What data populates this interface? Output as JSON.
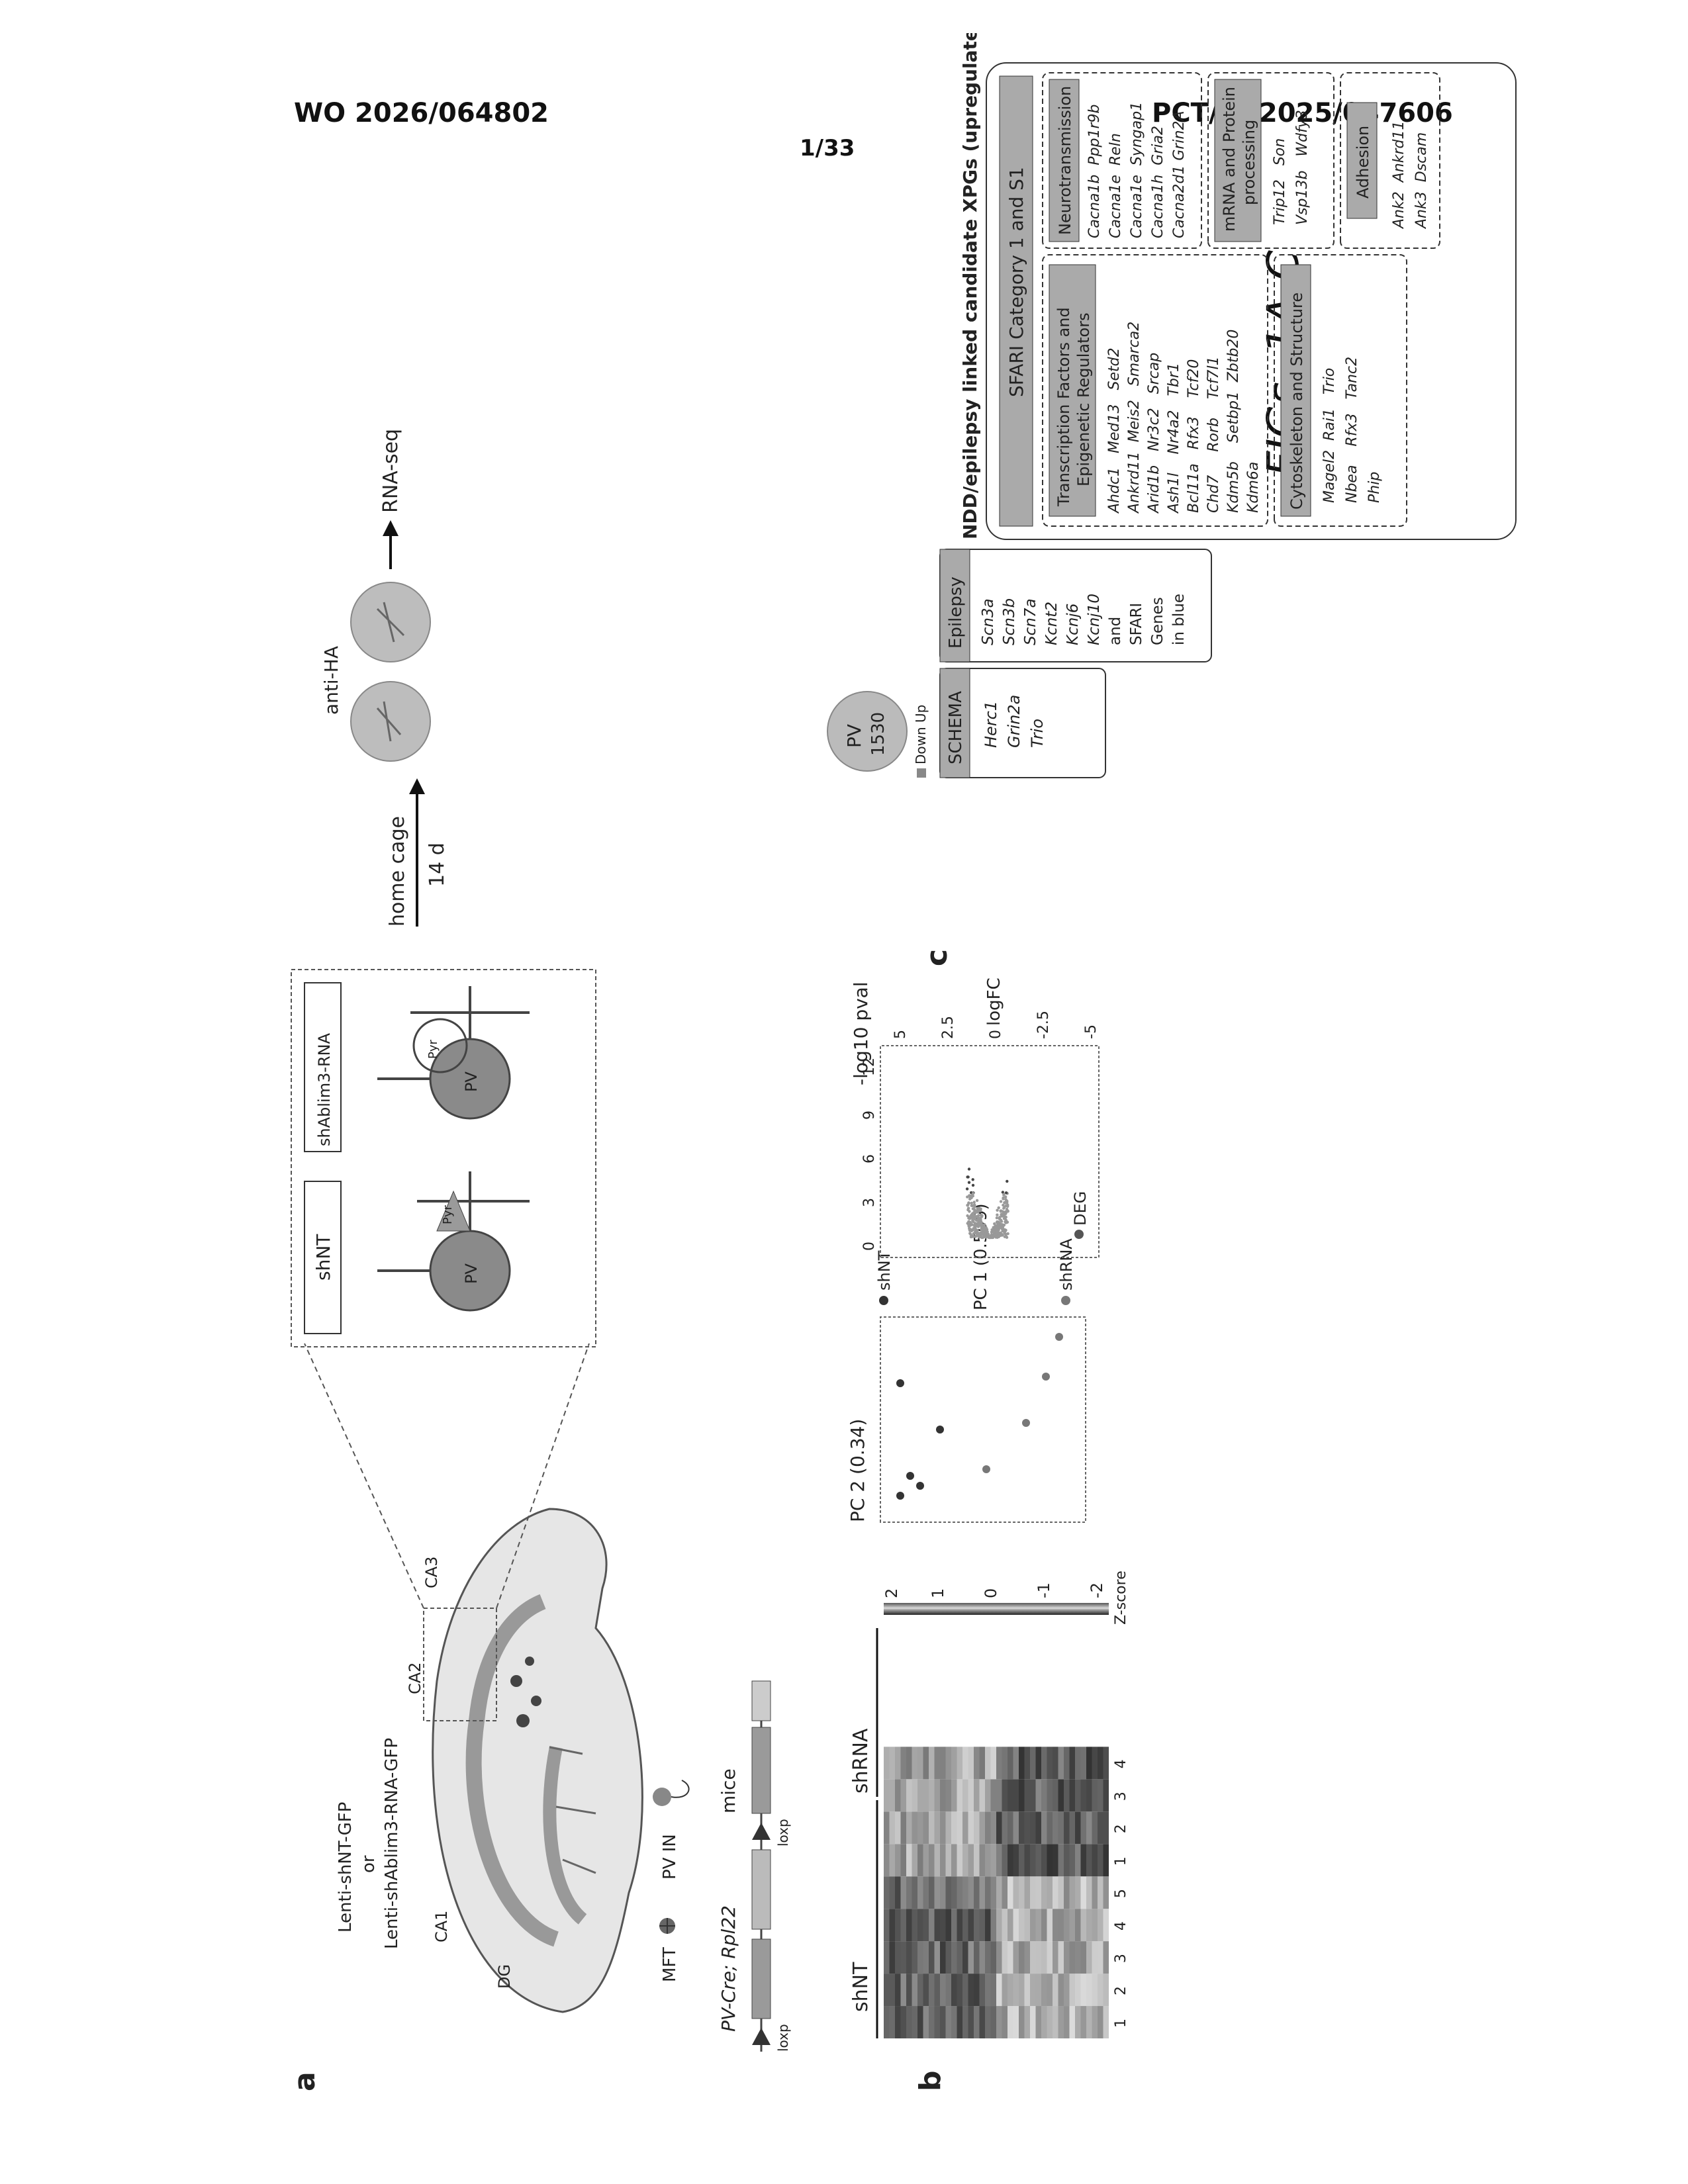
{
  "header": {
    "pub_number": "WO 2026/064802",
    "app_number": "PCT/US2025/047606",
    "sheet": "1/33"
  },
  "figure_label": "FIGs. 1A-C",
  "panel_a": {
    "letter": "a",
    "virus_line1": "Lenti-shNT-GFP",
    "virus_or": "or",
    "virus_line2": "Lenti-shAblim3-RNA-GFP",
    "regions": [
      "CA1",
      "CA2",
      "CA3",
      "DG"
    ],
    "mft": "MFT",
    "pv_in": "PV IN",
    "mouse_line": "PV-Cre; Rpl22",
    "mouse_suffix": "mice",
    "loxp": "loxp",
    "inset_left": "shNT",
    "inset_right": "shAblim3-RNA",
    "pv": "PV",
    "pyr": "Pyr",
    "home_cage": "home cage",
    "duration": "14 d",
    "anti_ha": "anti-HA",
    "rna_seq": "RNA-seq"
  },
  "panel_b": {
    "letter": "b",
    "groups": [
      "shNT",
      "shRNA"
    ],
    "sample_numbers": [
      "1",
      "2",
      "3",
      "4",
      "5",
      "1",
      "2",
      "3",
      "4"
    ],
    "zscore_label": "Z-score",
    "zscore_ticks": [
      "2",
      "1",
      "0",
      "-1",
      "-2"
    ],
    "pca": {
      "legend": [
        "shNT",
        "shRNA"
      ],
      "xlabel": "PC 1 (0.509)",
      "ylabel": "PC 2 (0.34)"
    },
    "volcano": {
      "legend": "DEG",
      "xlabel": "logFC",
      "ylabel": "-log10 pval",
      "xticks": [
        "-5",
        "-2.5",
        "0",
        "2.5",
        "5"
      ],
      "yticks": [
        "0",
        "3",
        "6",
        "9",
        "12"
      ]
    }
  },
  "panel_c": {
    "letter": "c",
    "circle_label": "PV",
    "circle_count": "1530",
    "down_up": "Down   Up",
    "title": "NDD/epilepsy linked candidate XPGs (upregulated)",
    "sfari_header": "SFARI Category 1 and S1",
    "schema_header": "SCHEMA",
    "schema_genes": [
      "Herc1",
      "Grin2a",
      "Trio"
    ],
    "epilepsy_header": "Epilepsy",
    "epilepsy_genes": [
      "Scn3a",
      "Scn3b",
      "Scn7a",
      "Kcnt2",
      "Kcnj6",
      "Kcnj10",
      "and",
      "SFARI",
      "Genes",
      "in blue"
    ],
    "tf_header_1": "Transcription Factors and",
    "tf_header_2": "Epigenetic Regulators",
    "tf_rows": [
      "Ahdc1   Med13   Setd2",
      "Ankrd11  Meis2   Smarca2",
      "Arid1b   Nr3c2   Srcap",
      "Ash1l    Nr4a2   Tbr1",
      "Bcl11a   Rfx3    Tcf20",
      "Chd7     Rorb    Tcf7l1",
      "Kdm5b    Setbp1  Zbtb20",
      "Kdm6a"
    ],
    "neuro_header": "Neurotransmission",
    "neuro_rows": [
      "Cacna1b  Ppp1r9b",
      "Cacna1e  Reln",
      "Cacna1e  Syngap1",
      "Cacna1h  Gria2",
      "Cacna2d1 Grin2A"
    ],
    "mrna_header_1": "mRNA and Protein",
    "mrna_header_2": "processing",
    "mrna_rows": [
      "Trip12   Son",
      "Vsp13b   Wdfy3"
    ],
    "cyto_header": "Cytoskeleton and Structure",
    "cyto_rows": [
      "Magel2  Rai1   Trio",
      "Nbea    Rfx3   Tanc2",
      "Phip"
    ],
    "adhesion_header": "Adhesion",
    "adhesion_rows": [
      "Ank2  Ankrd11",
      "Ank3  Dscam"
    ]
  }
}
